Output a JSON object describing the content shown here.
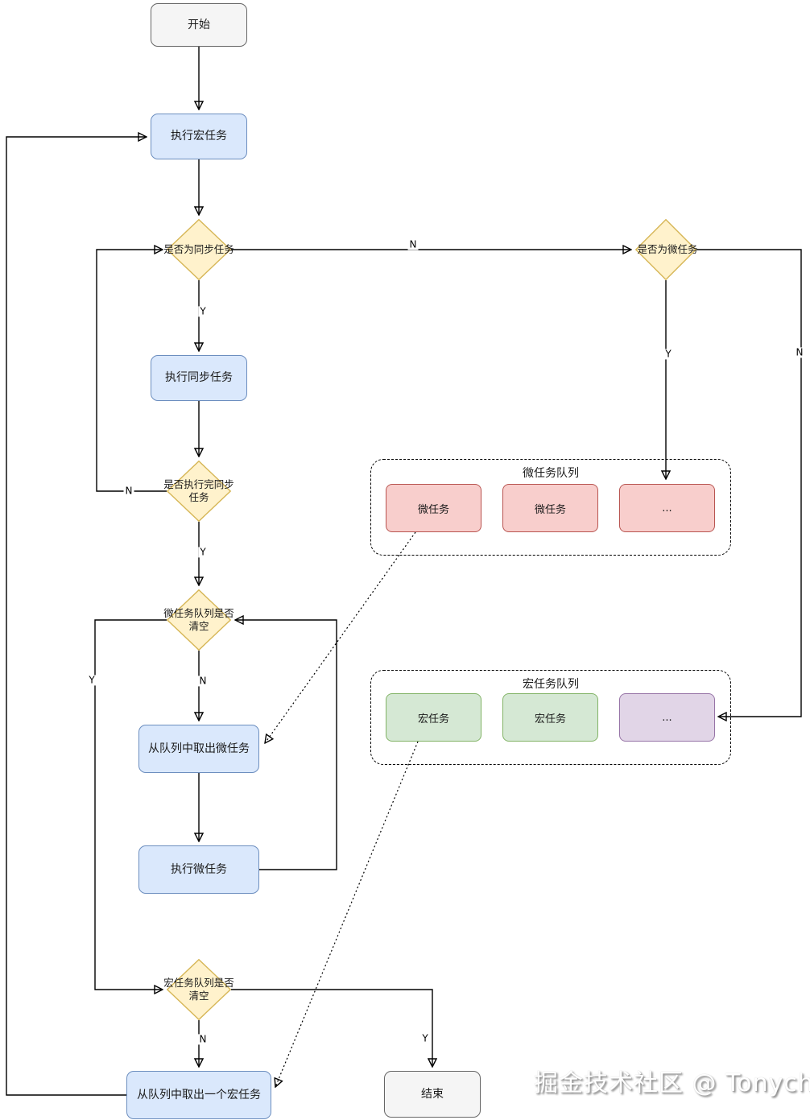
{
  "palette": {
    "blue-fill": "#dae8fc",
    "blue-stroke": "#6c8ebf",
    "yellow-fill": "#fff2cc",
    "yellow-stroke": "#d6b656",
    "pink-fill": "#f8cecc",
    "pink-stroke": "#b85450",
    "green-fill": "#d5e8d4",
    "green-stroke": "#82b366",
    "purple-fill": "#e1d5e7",
    "purple-stroke": "#9673a6",
    "grey-fill": "#f5f5f5",
    "grey-stroke": "#666666"
  },
  "nodes": {
    "start": "开始",
    "exec_macro": "执行宏任务",
    "is_sync": "是否为同步任务",
    "exec_sync": "执行同步任务",
    "sync_done": "是否执行完同步任务",
    "micro_empty": "微任务队列是否清空",
    "take_micro": "从队列中取出微任务",
    "exec_micro": "执行微任务",
    "macro_empty": "宏任务队列是否清空",
    "take_macro": "从队列中取出一个宏任务",
    "end": "结束",
    "is_micro": "是否为微任务"
  },
  "edge_labels": {
    "is_sync_yes": "Y",
    "is_sync_no": "N",
    "sync_done_no": "N",
    "sync_done_yes": "Y",
    "micro_empty_no": "N",
    "micro_empty_yes": "Y",
    "macro_empty_no": "N",
    "macro_empty_yes": "Y",
    "is_micro_yes": "Y",
    "is_micro_no": "N"
  },
  "queues": {
    "micro": {
      "title": "微任务队列",
      "items": [
        "微任务",
        "微任务",
        "..."
      ]
    },
    "macro": {
      "title": "宏任务队列",
      "items": [
        "宏任务",
        "宏任务",
        "..."
      ]
    }
  },
  "watermark": "掘金技术社区 @ Tonychen"
}
